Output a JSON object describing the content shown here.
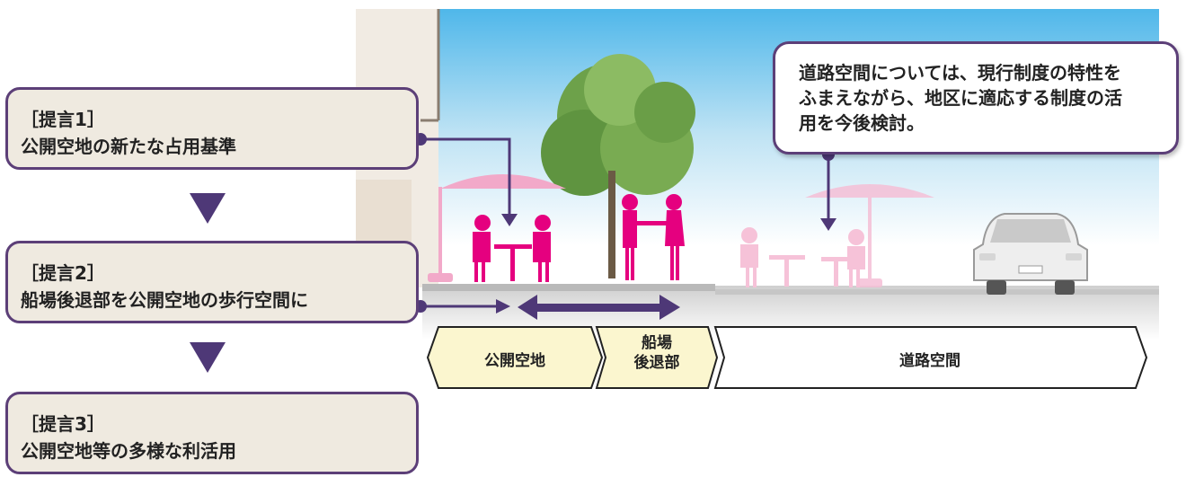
{
  "proposals": [
    {
      "tag": "［提言1］",
      "text": "公開空地の新たな占用基準"
    },
    {
      "tag": "［提言2］",
      "text": "船場後退部を公開空地の歩行空間に"
    },
    {
      "tag": "［提言3］",
      "text": "公開空地等の多様な利活用"
    }
  ],
  "callout": {
    "lines": [
      "道路空間については、現行制度の特性を",
      "ふまえながら、地区に適応する制度の活",
      "用を今後検討。"
    ]
  },
  "zones": {
    "open_space": "公開空地",
    "setback_line1": "船場",
    "setback_line2": "後退部",
    "road_space": "道路空間"
  },
  "colors": {
    "border": "#5c3f78",
    "arrow": "#4e3877",
    "box_fill": "#efeae0",
    "label_fill": "#fbf6cf",
    "figure": "#e5007f"
  }
}
